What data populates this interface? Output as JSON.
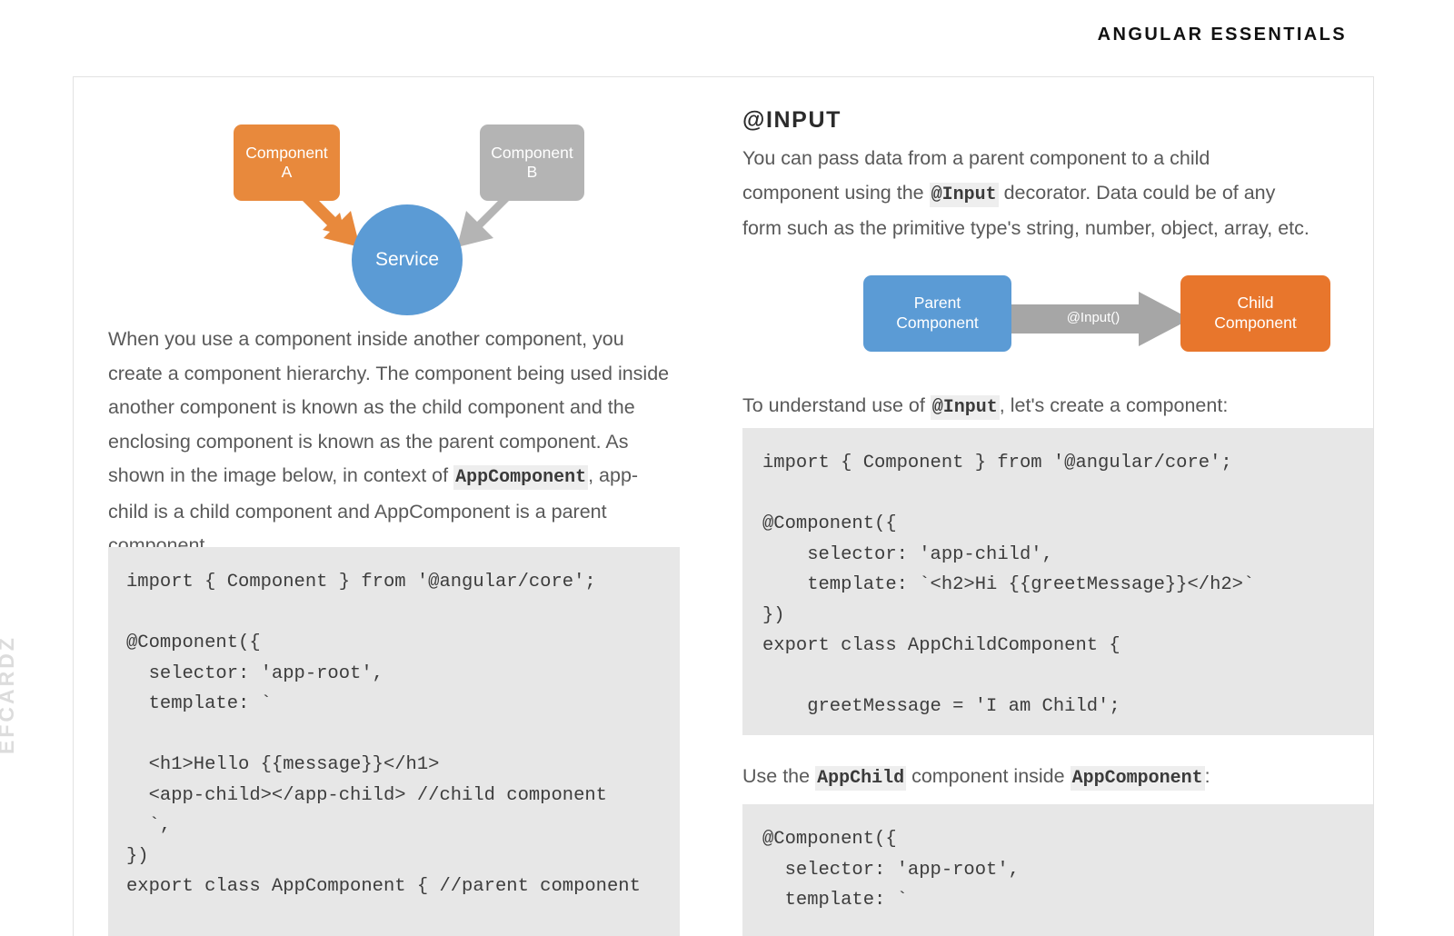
{
  "header": {
    "title": "ANGULAR ESSENTIALS"
  },
  "watermark": {
    "text": "EFCARDZ"
  },
  "left_column": {
    "service_diagram": {
      "component_a_label": "Component\nA",
      "component_b_label": "Component\nB",
      "service_label": "Service",
      "colors": {
        "component_a": "#e8893c",
        "component_b": "#b4b4b4",
        "service": "#5b9bd5",
        "arrow_a": "#e8893c",
        "arrow_b": "#b4b4b4"
      }
    },
    "paragraph_part1": "When you use a component inside another component, you create a component hierarchy. The component being used inside another component is known as the child component and the enclosing component is known as the parent component. As shown in the image below, in context of ",
    "paragraph_code1": "AppComponent",
    "paragraph_part2": ", app-child is a child component and AppComponent is a parent component.",
    "code": "import { Component } from '@angular/core';\n\n@Component({\n  selector: 'app-root',\n  template: `\n\n  <h1>Hello {{message}}</h1>\n  <app-child></app-child> //child component\n  `,\n})\nexport class AppComponent { //parent component\n"
  },
  "right_column": {
    "heading": "@INPUT",
    "paragraph_part1": "You can pass data from a parent component to a child component using the ",
    "paragraph_code1": "@Input",
    "paragraph_part2": " decorator. Data could be of any form such as the primitive type's string, number, object, array, etc.",
    "input_diagram": {
      "parent_label": "Parent\nComponent",
      "child_label": "Child\nComponent",
      "arrow_label": "@Input()",
      "colors": {
        "parent": "#5b9bd5",
        "child": "#e8762c",
        "arrow": "#a6a6a6"
      }
    },
    "lead1_part1": "To understand use of ",
    "lead1_code": "@Input",
    "lead1_part2": ", let's create a component:",
    "code1": "import { Component } from '@angular/core';\n\n@Component({\n    selector: 'app-child',\n    template: `<h2>Hi {{greetMessage}}</h2>`\n})\nexport class AppChildComponent {\n\n    greetMessage = 'I am Child';\n\n}",
    "lead2_part1": "Use the ",
    "lead2_code1": "AppChild",
    "lead2_part2": " component inside ",
    "lead2_code2": "AppComponent",
    "lead2_part3": ":",
    "code2": "@Component({\n  selector: 'app-root',\n  template: `\n"
  }
}
